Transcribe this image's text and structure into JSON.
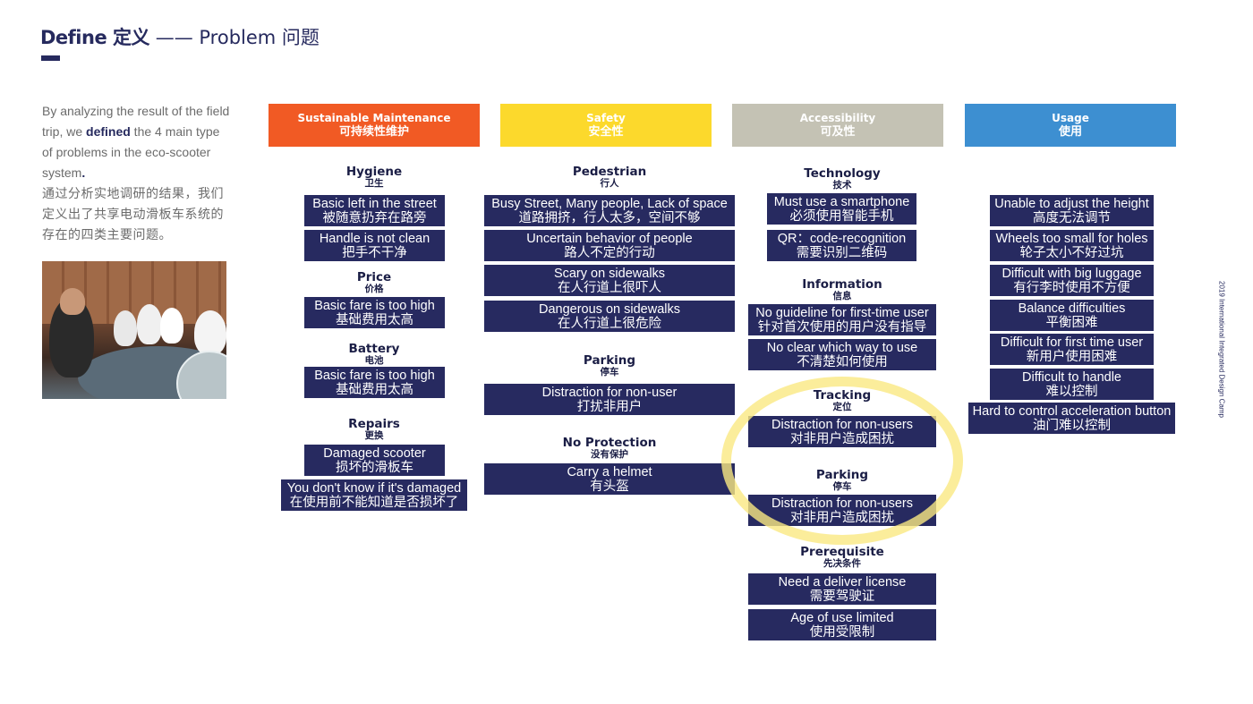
{
  "title": {
    "bold": "Define 定义",
    "sep": "——",
    "rest": "Problem 问题"
  },
  "intro": {
    "en_a": "By analyzing the result of the field trip, we ",
    "en_b": "defined",
    "en_c": " the 4 main type of problems in the eco-scooter system",
    "en_d": ".",
    "zh": "通过分析实地调研的结果，我们定义出了共享电动滑板车系统的存在的四类主要问题。"
  },
  "side_text": "2019 International Integrated Design Camp",
  "colors": {
    "orange": "#f15a24",
    "yellow": "#fcd92c",
    "gray": "#c4c2b4",
    "blue": "#3d8fd1",
    "navy": "#272a60",
    "highlight": "#fae882"
  },
  "categories": [
    {
      "en": "Sustainable Maintenance",
      "zh": "可持续性维护",
      "color": "#f15a24"
    },
    {
      "en": "Safety",
      "zh": "安全性",
      "color": "#fcd92c"
    },
    {
      "en": "Accessibility",
      "zh": "可及性",
      "color": "#c4c2b4"
    },
    {
      "en": "Usage",
      "zh": "使用",
      "color": "#3d8fd1"
    }
  ],
  "groups": {
    "hygiene": {
      "en": "Hygiene",
      "zh": "卫生"
    },
    "price": {
      "en": "Price",
      "zh": "价格"
    },
    "battery": {
      "en": "Battery",
      "zh": "电池"
    },
    "repairs": {
      "en": "Repairs",
      "zh": "更换"
    },
    "pedestrian": {
      "en": "Pedestrian",
      "zh": "行人"
    },
    "parking_s": {
      "en": "Parking",
      "zh": "停车"
    },
    "noprot": {
      "en": "No Protection",
      "zh": "没有保护"
    },
    "technology": {
      "en": "Technology",
      "zh": "技术"
    },
    "information": {
      "en": "Information",
      "zh": "信息"
    },
    "tracking": {
      "en": "Tracking",
      "zh": "定位"
    },
    "parking_a": {
      "en": "Parking",
      "zh": "停车"
    },
    "prereq": {
      "en": "Prerequisite",
      "zh": "先决条件"
    }
  },
  "boxes": {
    "b1": {
      "en": "Basic left in the street",
      "zh": "被随意扔弃在路旁"
    },
    "b2": {
      "en": "Handle is not clean",
      "zh": "把手不干净"
    },
    "b3": {
      "en": "Basic fare is too high",
      "zh": "基础费用太高"
    },
    "b4": {
      "en": "Basic fare is too high",
      "zh": "基础费用太高"
    },
    "b5": {
      "en": "Damaged scooter",
      "zh": "损坏的滑板车"
    },
    "b6": {
      "en": "You don't know if it's damaged",
      "zh": "在使用前不能知道是否损坏了"
    },
    "s1": {
      "en": "Busy Street, Many people, Lack of space",
      "zh": "道路拥挤，行人太多，空间不够"
    },
    "s2": {
      "en": "Uncertain behavior of people",
      "zh": "路人不定的行动"
    },
    "s3": {
      "en": "Scary on sidewalks",
      "zh": "在人行道上很吓人"
    },
    "s4": {
      "en": "Dangerous on sidewalks",
      "zh": "在人行道上很危险"
    },
    "s5": {
      "en": "Distraction for non-user",
      "zh": "打扰非用户"
    },
    "s6": {
      "en": "Carry a helmet",
      "zh": "有头盔"
    },
    "a1": {
      "en": "Must use a smartphone",
      "zh": "必须使用智能手机"
    },
    "a2": {
      "en": "QR：code-recognition",
      "zh": "需要识别二维码"
    },
    "a3": {
      "en": "No guideline for first-time user",
      "zh": "针对首次使用的用户没有指导"
    },
    "a4": {
      "en": "No clear which way to use",
      "zh": "不清楚如何使用"
    },
    "a5": {
      "en": "Distraction for non-users",
      "zh": "对非用户造成困扰"
    },
    "a6": {
      "en": "Distraction for non-users",
      "zh": "对非用户造成困扰"
    },
    "a7": {
      "en": "Need a deliver license",
      "zh": "需要驾驶证"
    },
    "a8": {
      "en": "Age of use limited",
      "zh": "使用受限制"
    },
    "u1": {
      "en": "Unable to adjust the height",
      "zh": "高度无法调节"
    },
    "u2": {
      "en": "Wheels too small for holes",
      "zh": "轮子太小不好过坑"
    },
    "u3": {
      "en": "Difficult with big luggage",
      "zh": "有行李时使用不方便"
    },
    "u4": {
      "en": "Balance difficulties",
      "zh": "平衡困难"
    },
    "u5": {
      "en": "Difficult for first time user",
      "zh": "新用户使用困难"
    },
    "u6": {
      "en": "Difficult to handle",
      "zh": "难以控制"
    },
    "u7": {
      "en": "Hard to control acceleration button",
      "zh": "油门难以控制"
    }
  }
}
